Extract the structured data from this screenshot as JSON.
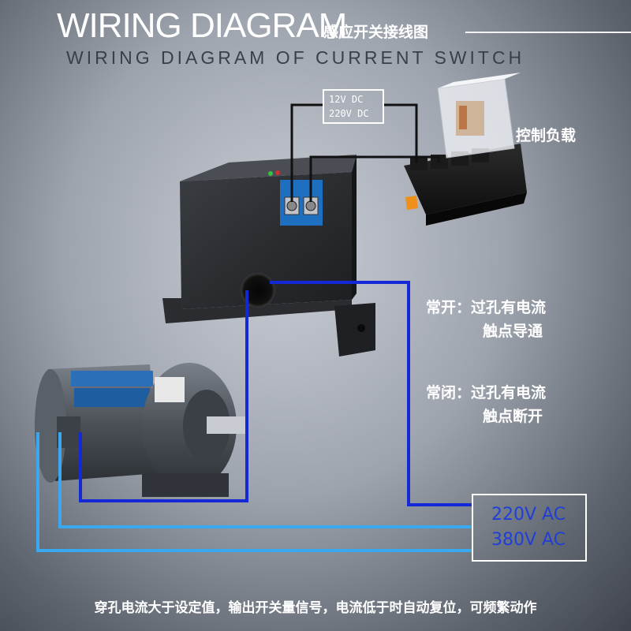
{
  "header": {
    "title": "WIRING DIAGRAM",
    "title_cn": "感应开关接线图",
    "subtitle": "WIRING DIAGRAM OF CURRENT SWITCH"
  },
  "voltage_box": {
    "line1": "12V DC",
    "line2": "220V DC"
  },
  "load_label": "控制负载",
  "normally_open": {
    "line1": "常开：过孔有电流",
    "line2": "触点导通"
  },
  "normally_closed": {
    "line1": "常闭：过孔有电流",
    "line2": "触点断开"
  },
  "power_box": {
    "line1": "220V AC",
    "line2": "380V AC"
  },
  "footer": "穿孔电流大于设定值，输出开关量信号，电流低于时自动复位，可频繁动作",
  "colors": {
    "wire_dark": "#1428d8",
    "wire_light": "#3aa8ee",
    "wire_black": "#111111"
  }
}
